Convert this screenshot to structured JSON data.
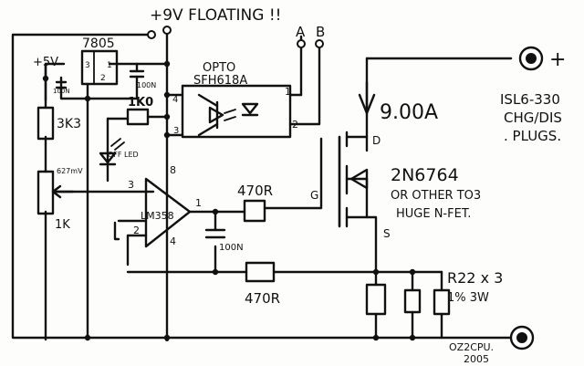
{
  "labels": {
    "supply": "+9V FLOATING !!",
    "regulator": "7805",
    "reg_pin_in": "3",
    "reg_pin_out": "1",
    "reg_pin_gnd": "2",
    "plus5v": "+5V",
    "cap_100n_left": "100N",
    "cap_100n_right": "100N",
    "opto_title": "OPTO",
    "opto_part": "SFH618A",
    "opto_pin4": "4",
    "opto_pin3": "3",
    "opto_pin1": "1",
    "opto_pin2": "2",
    "input_a": "A",
    "input_b": "B",
    "r_top": "1K0",
    "led_label": "OFF LED",
    "r_3k3": "3K3",
    "pot_value": "627mV",
    "pot_1k": "1K",
    "opamp": "LM358",
    "opamp_pin3": "3",
    "opamp_pin2": "2",
    "opamp_pin8": "8",
    "opamp_pin4": "4",
    "opamp_pin1": "1",
    "r_470_gate": "470R",
    "cap_100n_bottom": "100N",
    "r_470_feedback": "470R",
    "gate_label": "G",
    "drain_label": "D",
    "source_label": "S",
    "current": "9.00A",
    "fet_part": "2N6764",
    "fet_note_1": "OR OTHER TO3",
    "fet_note_2": "HUGE N-FET.",
    "shunt": "R22 x 3",
    "shunt_rating": "1% 3W",
    "plug_plus": "+",
    "plug_1": "ISL6-330",
    "plug_2": "CHG/DIS",
    "plug_3": ". PLUGS.",
    "credit_1": "OZ2CPU.",
    "credit_2": "2005"
  }
}
